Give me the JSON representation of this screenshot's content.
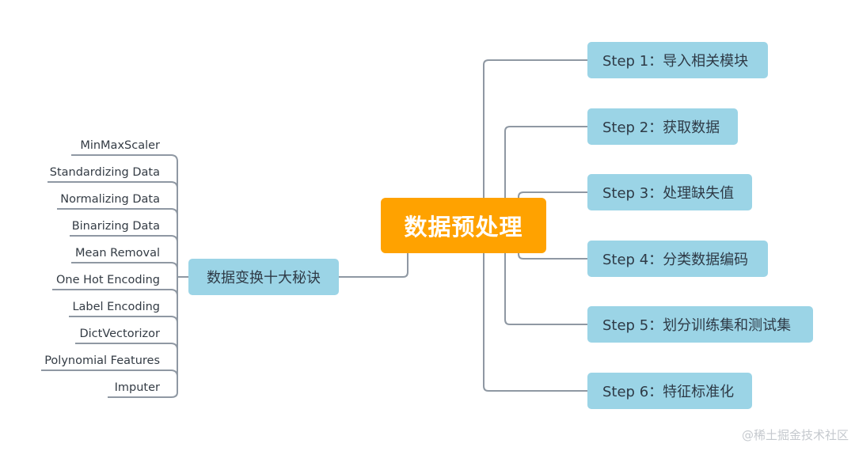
{
  "root": {
    "label": "数据预处理"
  },
  "right_branches": [
    {
      "label": "Step 1：导入相关模块"
    },
    {
      "label": "Step 2：获取数据"
    },
    {
      "label": "Step 3：处理缺失值"
    },
    {
      "label": "Step 4：分类数据编码"
    },
    {
      "label": "Step 5：划分训练集和测试集"
    },
    {
      "label": "Step 6：特征标准化"
    }
  ],
  "left_branch": {
    "label": "数据变换十大秘诀",
    "children": [
      {
        "label": "MinMaxScaler"
      },
      {
        "label": "Standardizing Data"
      },
      {
        "label": "Normalizing Data"
      },
      {
        "label": "Binarizing Data"
      },
      {
        "label": "Mean Removal"
      },
      {
        "label": "One Hot Encoding"
      },
      {
        "label": "Label Encoding"
      },
      {
        "label": "DictVectorizor"
      },
      {
        "label": "Polynomial Features"
      },
      {
        "label": "Imputer"
      }
    ]
  },
  "watermark": "@稀土掘金技术社区",
  "colors": {
    "root_fill": "#ffa200",
    "node_fill": "#9bd4e6",
    "connector": "#8f98a3"
  }
}
